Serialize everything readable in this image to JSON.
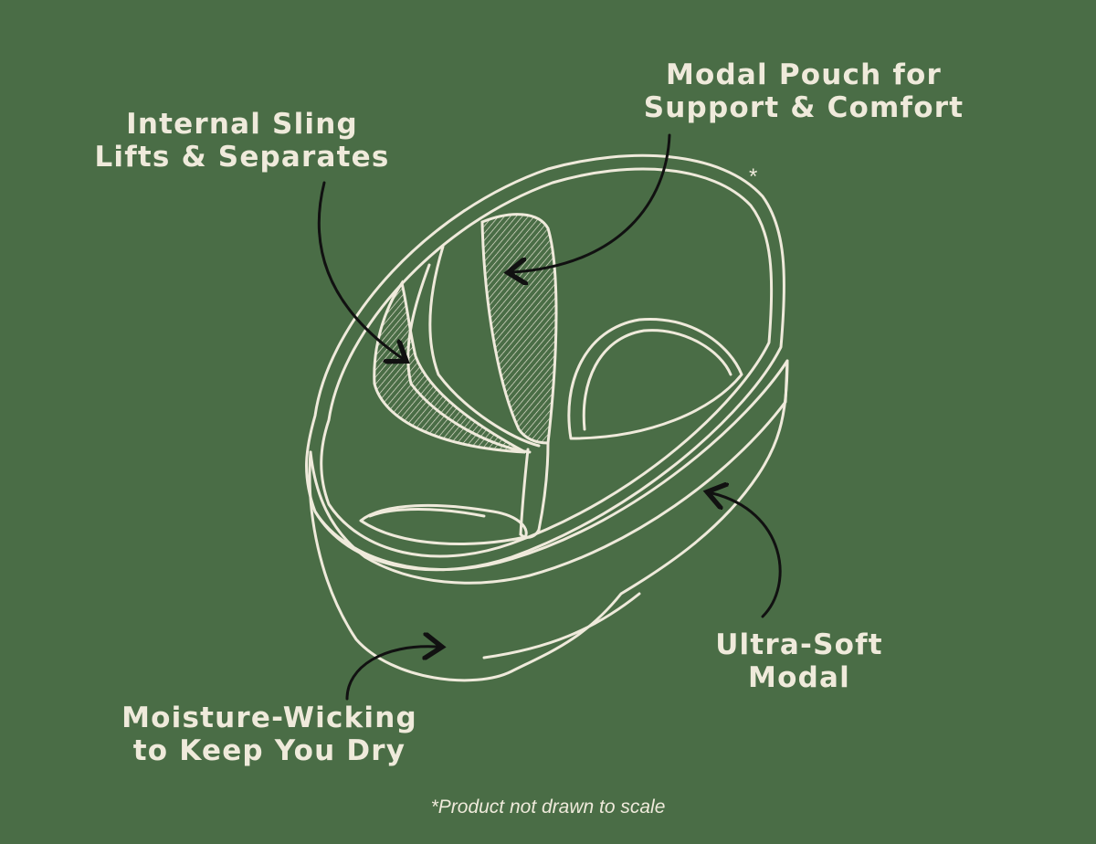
{
  "colors": {
    "background": "#4a6d46",
    "line": "#efeadb",
    "arrow": "#111111"
  },
  "callouts": {
    "internal_sling": {
      "line1": "Internal Sling",
      "line2": "Lifts & Separates"
    },
    "modal_pouch": {
      "line1": "Modal Pouch for",
      "line2": "Support & Comfort"
    },
    "ultra_soft": {
      "line1": "Ultra-Soft",
      "line2": "Modal"
    },
    "moisture": {
      "line1": "Moisture-Wicking",
      "line2": "to Keep You Dry"
    }
  },
  "asterisk": "*",
  "footnote": "*Product not drawn to scale"
}
